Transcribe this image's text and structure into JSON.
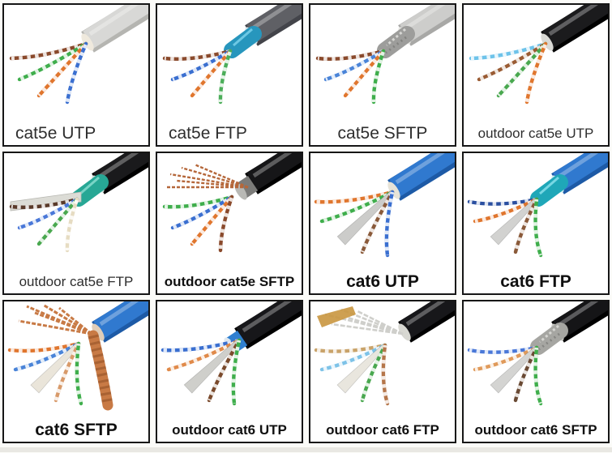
{
  "grid": {
    "rows": 3,
    "cols": 4,
    "border_color": "#161616",
    "background": "#ffffff"
  },
  "cells": [
    {
      "label": "cat5e UTP",
      "bold": false,
      "jacket": "#d8d8d6",
      "jacket_edge": "#b5b5b1",
      "mouth": "#efe9dd",
      "shield": null,
      "inner": null,
      "spline": null,
      "wires": [
        "#8a4a2c",
        "#3fae4c",
        "#e0762e",
        "#3a6fd0"
      ]
    },
    {
      "label": "cat5e FTP",
      "bold": false,
      "jacket": "#5f6065",
      "jacket_edge": "#43444a",
      "mouth": "#d8e6ec",
      "shield": {
        "type": "foil",
        "color": "#2796bd",
        "accent": "#7fd4ee"
      },
      "inner": null,
      "spline": null,
      "wires": [
        "#8a4a2c",
        "#3a6fd0",
        "#e0762e",
        "#4cae5a"
      ]
    },
    {
      "label": "cat5e SFTP",
      "bold": false,
      "jacket": "#cdcdcb",
      "jacket_edge": "#a8a8a6",
      "mouth": "#e8e8e4",
      "shield": {
        "type": "braid",
        "color": "#9d9d9b",
        "accent": "#e6e6e2"
      },
      "inner": null,
      "spline": null,
      "wires": [
        "#8a4a2c",
        "#4a84d8",
        "#e0762e",
        "#3fae4c"
      ]
    },
    {
      "label": "outdoor cat5e UTP",
      "bold": false,
      "jacket": "#1b1b1d",
      "jacket_edge": "#000000",
      "mouth": "#d9d9d5",
      "shield": null,
      "inner": null,
      "spline": null,
      "wires": [
        "#6ec3ea",
        "#9a5c34",
        "#49a84f",
        "#e0762e"
      ]
    },
    {
      "label": "outdoor cat5e FTP",
      "bold": false,
      "jacket": "#1a1a1c",
      "jacket_edge": "#000000",
      "mouth": "#cfe0da",
      "shield": {
        "type": "foil",
        "color": "#27a795",
        "accent": "#8fe0d2",
        "ribbon": "#dcdcd6"
      },
      "inner": null,
      "spline": null,
      "wires": [
        "#5a3a2a",
        "#4a78d8",
        "#49a84f",
        "#e6dcc2"
      ]
    },
    {
      "label": "outdoor cat5e SFTP",
      "bold": true,
      "jacket": "#161618",
      "jacket_edge": "#000000",
      "mouth": "#b9b9b5",
      "shield": {
        "type": "copper",
        "color": "#b5673a"
      },
      "inner": "#7b7b79",
      "spline": null,
      "wires": [
        "#3fae4c",
        "#3a6fd0",
        "#e0762e",
        "#8a4a2c"
      ]
    },
    {
      "label": "cat6 UTP",
      "bold": true,
      "jacket": "#3079cf",
      "jacket_edge": "#1d5aa6",
      "mouth": "#e7e3d7",
      "shield": null,
      "inner": null,
      "spline": {
        "index": 2,
        "color": "#ccccca"
      },
      "wires": [
        "#e0762e",
        "#3fae4c",
        "#8a5a3a",
        "#3a6fd0"
      ]
    },
    {
      "label": "cat6 FTP",
      "bold": true,
      "jacket": "#3079cf",
      "jacket_edge": "#1d5aa6",
      "mouth": "#cfeef2",
      "shield": {
        "type": "foil",
        "color": "#1fa7b8",
        "accent": "#8fe4ee"
      },
      "inner": null,
      "spline": {
        "index": 2,
        "color": "#d2d2d0"
      },
      "wires": [
        "#2a4fa0",
        "#e0762e",
        "#8a5a3a",
        "#3fae4c"
      ]
    },
    {
      "label": "cat6 SFTP",
      "bold": true,
      "jacket": "#3079cf",
      "jacket_edge": "#1d5aa6",
      "mouth": "#e0cdb8",
      "shield": {
        "type": "copper-big",
        "color": "#c87a45"
      },
      "inner": null,
      "spline": {
        "index": 2,
        "color": "#eae5da"
      },
      "wires": [
        "#e0762e",
        "#4a84d8",
        "#d89a6a",
        "#3fae4c"
      ]
    },
    {
      "label": "outdoor cat6 UTP",
      "bold": true,
      "jacket": "#17171a",
      "jacket_edge": "#000000",
      "mouth": "#dfe8f0",
      "shield": null,
      "inner": "#2f7fd0",
      "spline": {
        "index": 2,
        "color": "#cfcfcb"
      },
      "wires": [
        "#3a6fd0",
        "#e08a4a",
        "#7a4a2c",
        "#3fae4c"
      ]
    },
    {
      "label": "outdoor cat6 FTP",
      "bold": true,
      "jacket": "#17171a",
      "jacket_edge": "#000000",
      "mouth": "#d8d8d2",
      "shield": {
        "type": "foil-shred",
        "color": "#cfcfcb",
        "accent": "#c9963f"
      },
      "inner": null,
      "spline": {
        "index": 2,
        "color": "#e9e6de"
      },
      "wires": [
        "#c9a36a",
        "#7ec3e8",
        "#49a84f",
        "#b5764a"
      ]
    },
    {
      "label": "outdoor cat6 SFTP",
      "bold": true,
      "jacket": "#151517",
      "jacket_edge": "#000000",
      "mouth": "#c9c9c5",
      "shield": {
        "type": "braid",
        "color": "#a6a6a2",
        "accent": "#e2e2de"
      },
      "inner": null,
      "spline": {
        "index": 2,
        "color": "#d4d4d2"
      },
      "wires": [
        "#4a78d8",
        "#e09a5a",
        "#6a4a34",
        "#3fae4c"
      ]
    }
  ]
}
